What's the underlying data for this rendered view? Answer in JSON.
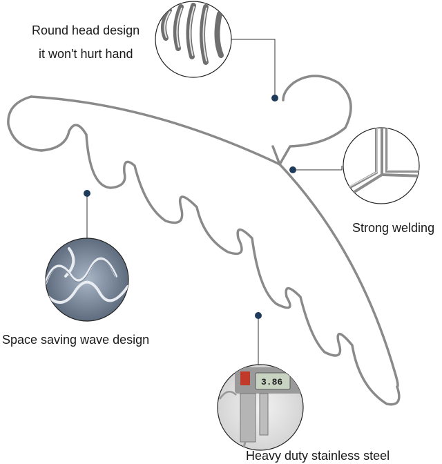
{
  "callouts": {
    "round_head_line1": "Round head design",
    "round_head_line2": "it won't hurt hand",
    "welding": "Strong welding",
    "wave": "Space saving wave design",
    "steel": "Heavy duty stainless steel"
  },
  "caliper_readout": "3.86",
  "colors": {
    "marker": "#1f3b5c",
    "wire": "#8c8c8c",
    "leader": "#333333"
  },
  "icons": [
    "round-head-detail",
    "weld-detail",
    "wave-detail",
    "caliper-detail"
  ]
}
